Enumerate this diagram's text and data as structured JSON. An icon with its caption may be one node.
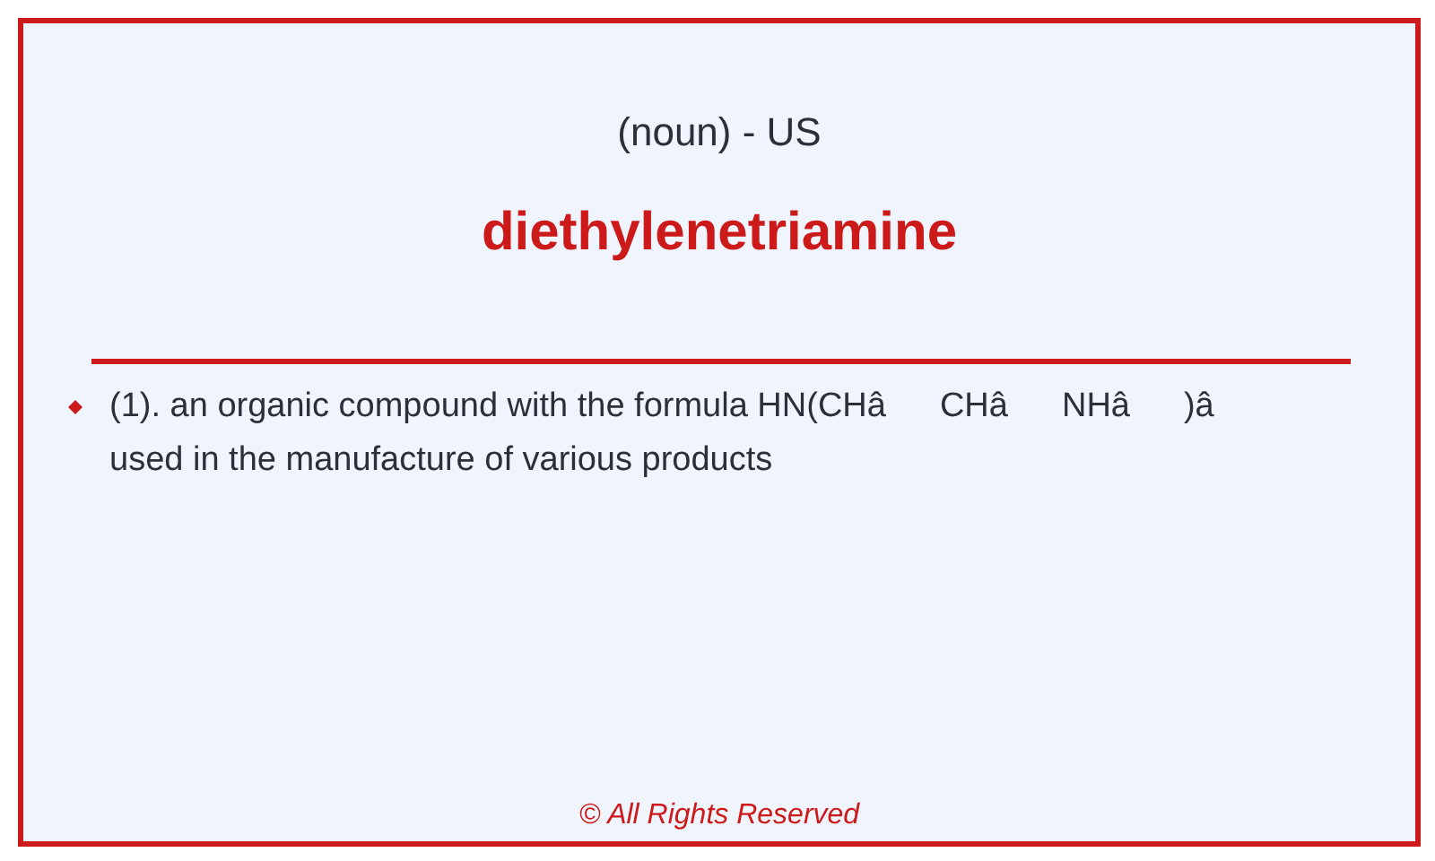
{
  "diagram": {
    "title": "diethylenetriamine",
    "labels": [
      "(noun) - US",
      "(1). an organic compound with the formula HN(CHâCHâNHâ)â used in the manufacture of various products",
      "© All Rights Reserved"
    ]
  }
}
